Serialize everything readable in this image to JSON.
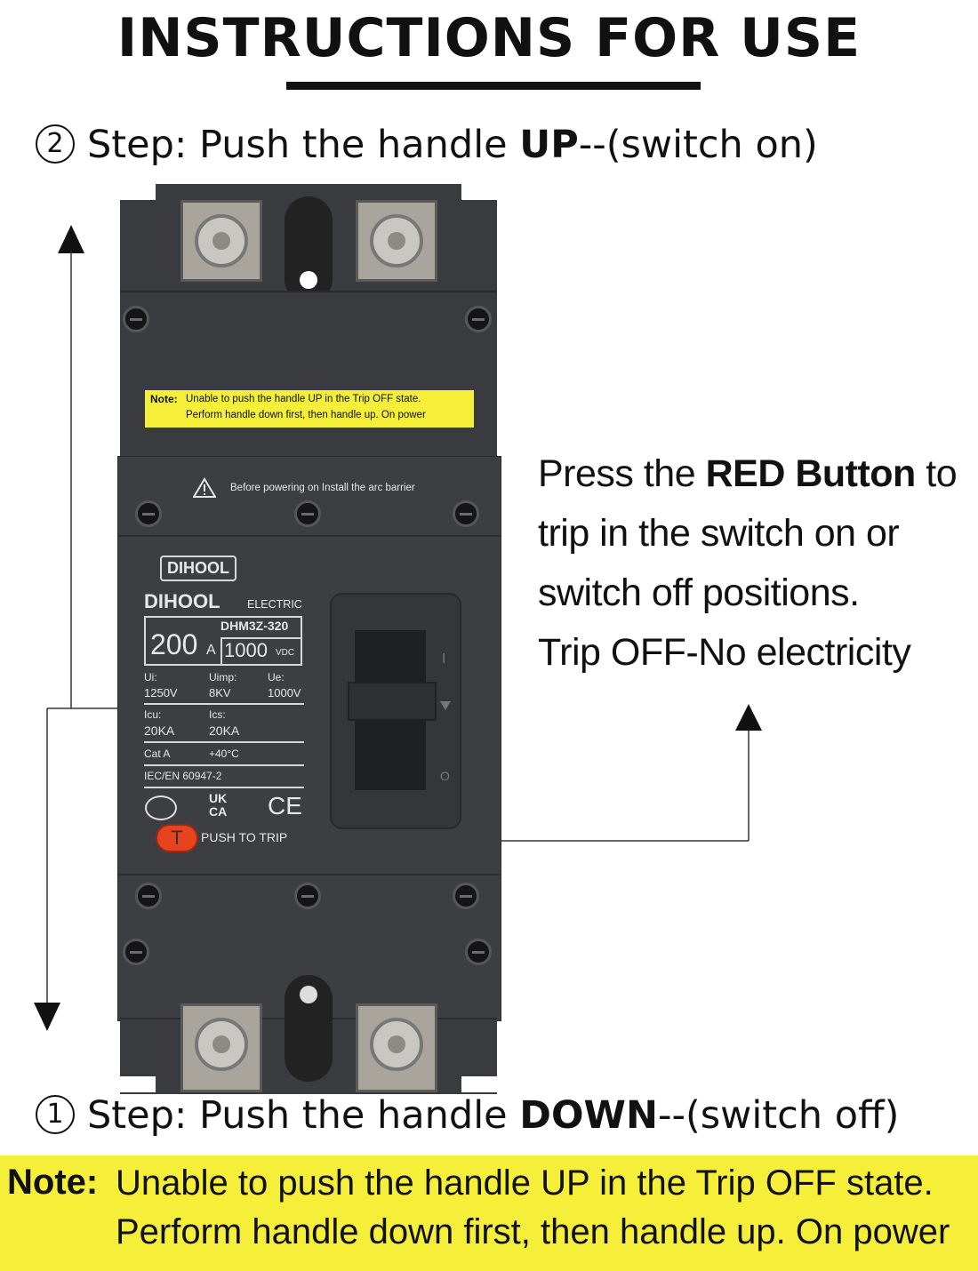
{
  "header": {
    "title": "INSTRUCTIONS FOR USE"
  },
  "steps": {
    "step2": {
      "num": "2",
      "prefix": "Step: Push the handle ",
      "bold": "UP",
      "suffix": "--(switch on)"
    },
    "step1": {
      "num": "1",
      "prefix": "Step: Push the handle ",
      "bold": "DOWN",
      "suffix": "--(switch off)"
    }
  },
  "callout": {
    "pre": "Press the ",
    "bold": "RED Button",
    "post": " to",
    "line2": "trip in the switch on or",
    "line3": "switch off positions.",
    "line4": "Trip OFF-No electricity"
  },
  "note": {
    "label": "Note:",
    "line1": "Unable to push the handle UP in the Trip OFF state.",
    "line2": "Perform handle down first, then handle up. On power"
  },
  "breaker": {
    "sticker_label": "Note:",
    "sticker_line1": "Unable to push the handle UP in the Trip OFF state.",
    "sticker_line2": "Perform handle down first, then handle up. On power",
    "warning_text": "Before powering on Install the arc barrier",
    "brand_plate": "DIHOOL",
    "brand": "DIHOOL",
    "brand_suffix": "ELECTRIC",
    "model": "DHM3Z-320",
    "rating": "200",
    "rating_unit": "A",
    "voltage": "1000",
    "voltage_unit": "VDC",
    "ui_label": "Ui:",
    "ui_value": "1250V",
    "uimp_label": "Uimp:",
    "uimp_value": "8KV",
    "ue_label": "Ue:",
    "ue_value": "1000V",
    "icu_label": "Icu:",
    "icu_value": "20KA",
    "ics_label": "Ics:",
    "ics_value": "20KA",
    "category": "Cat A",
    "temperature": "+40°C",
    "standard": "IEC/EN 60947-2",
    "mark_uk": "UK",
    "mark_ca": "CA",
    "mark_ce": "CE",
    "trip_button": "T",
    "trip_label": "PUSH TO TRIP",
    "pos_on": "I",
    "pos_off": "O"
  },
  "colors": {
    "note_yellow": "#f5ef3a",
    "breaker_body": "#3a3b3e",
    "trip_red": "#e8431f"
  }
}
